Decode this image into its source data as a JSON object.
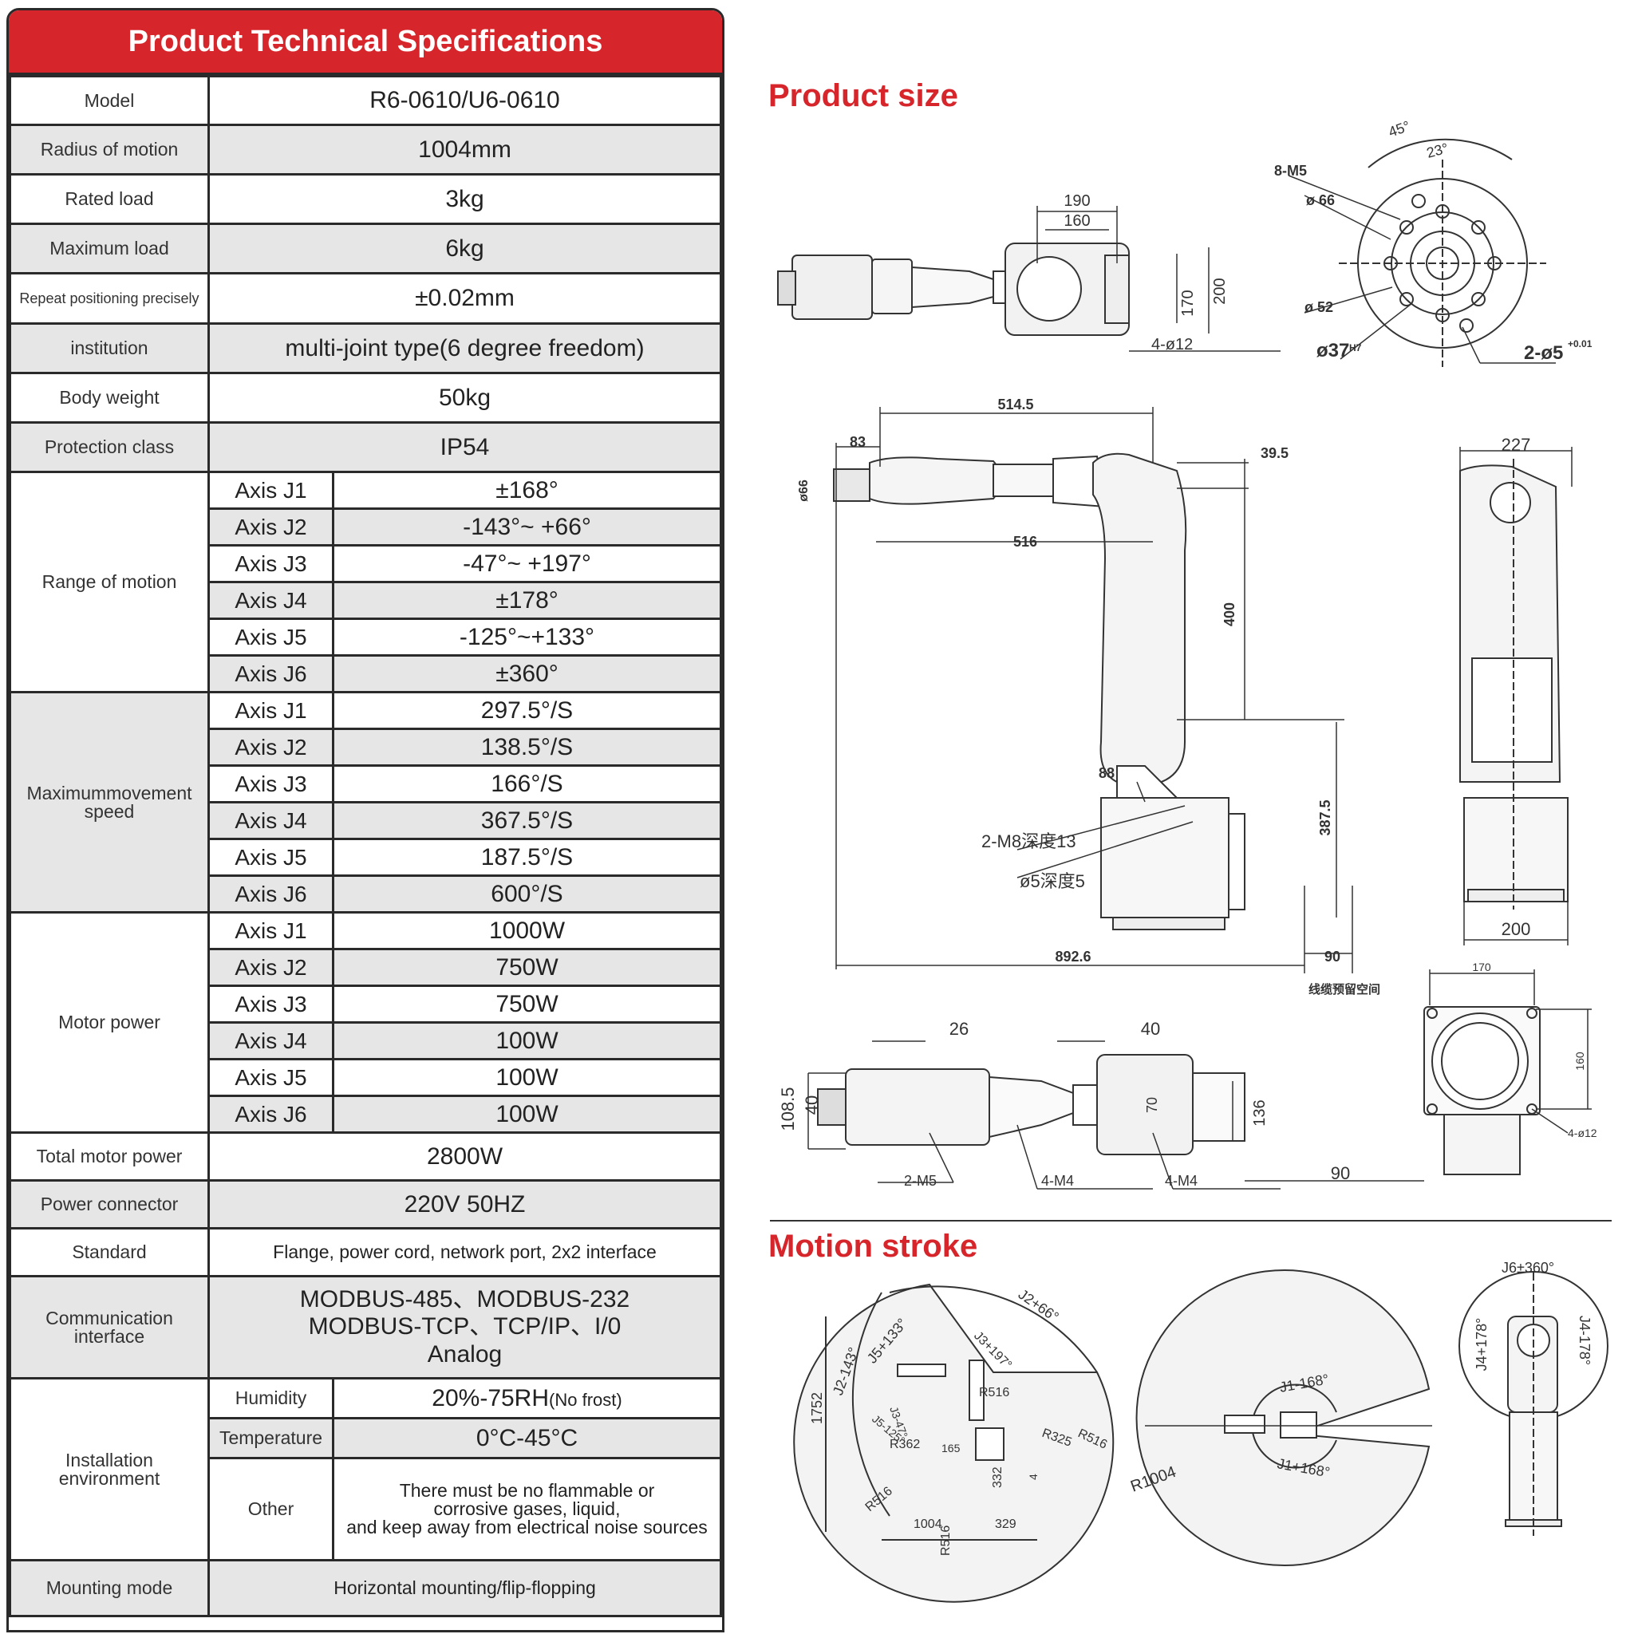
{
  "spec": {
    "title": "Product Technical Specifications",
    "model": {
      "label": "Model",
      "value": "R6-0610/U6-0610"
    },
    "radius": {
      "label": "Radius of motion",
      "value": "1004mm"
    },
    "rated_load": {
      "label": "Rated load",
      "value": "3kg"
    },
    "max_load": {
      "label": "Maximum load",
      "value": "6kg"
    },
    "repeat": {
      "label": "Repeat positioning precisely",
      "value": "±0.02mm"
    },
    "institution": {
      "label": "institution",
      "value": "multi-joint type(6 degree freedom)"
    },
    "weight": {
      "label": "Body weight",
      "value": "50kg"
    },
    "protection": {
      "label": "Protection class",
      "value": "IP54"
    },
    "range": {
      "label": "Range of motion",
      "rows": [
        {
          "axis": "Axis J1",
          "value": "±168°"
        },
        {
          "axis": "Axis J2",
          "value": "-143°~ +66°"
        },
        {
          "axis": "Axis J3",
          "value": "-47°~ +197°"
        },
        {
          "axis": "Axis J4",
          "value": "±178°"
        },
        {
          "axis": "Axis J5",
          "value": "-125°~+133°"
        },
        {
          "axis": "Axis J6",
          "value": "±360°"
        }
      ]
    },
    "speed": {
      "label_1": "Maximummovement",
      "label_2": "speed",
      "rows": [
        {
          "axis": "Axis J1",
          "value": "297.5°/S"
        },
        {
          "axis": "Axis J2",
          "value": "138.5°/S"
        },
        {
          "axis": "Axis J3",
          "value": "166°/S"
        },
        {
          "axis": "Axis J4",
          "value": "367.5°/S"
        },
        {
          "axis": "Axis J5",
          "value": "187.5°/S"
        },
        {
          "axis": "Axis J6",
          "value": "600°/S"
        }
      ]
    },
    "motor": {
      "label": "Motor power",
      "rows": [
        {
          "axis": "Axis J1",
          "value": "1000W"
        },
        {
          "axis": "Axis J2",
          "value": "750W"
        },
        {
          "axis": "Axis J3",
          "value": "750W"
        },
        {
          "axis": "Axis J4",
          "value": "100W"
        },
        {
          "axis": "Axis J5",
          "value": "100W"
        },
        {
          "axis": "Axis J6",
          "value": "100W"
        }
      ]
    },
    "total_power": {
      "label": "Total motor power",
      "value": "2800W"
    },
    "power_connector": {
      "label": "Power connector",
      "value": "220V 50HZ"
    },
    "standard": {
      "label": "Standard",
      "value": "Flange, power cord, network port, 2x2 interface"
    },
    "comm": {
      "label_1": "Communication",
      "label_2": "interface",
      "line_1": "MODBUS-485、MODBUS-232",
      "line_2": "MODBUS-TCP、TCP/IP、I/0",
      "line_3": "Analog"
    },
    "install": {
      "label_1": "Installation",
      "label_2": "environment",
      "humidity": {
        "label": "Humidity",
        "value": "20%-75RH",
        "note": "(No frost)"
      },
      "temperature": {
        "label": "Temperature",
        "value": "0°C-45°C"
      },
      "other": {
        "label": "Other",
        "line_1": "There must be no flammable or",
        "line_2": "corrosive gases, liquid,",
        "line_3": "and keep away from electrical noise sources"
      }
    },
    "mounting": {
      "label": "Mounting mode",
      "value": "Horizontal mounting/flip-flopping"
    }
  },
  "product_size": {
    "title": "Product size",
    "top_view": {
      "d190": "190",
      "d160": "160",
      "d170": "170",
      "d200": "200",
      "holes": "4-ø12"
    },
    "flange": {
      "a45": "45°",
      "a23": "23°",
      "m5": "8-M5",
      "d66": "ø 66",
      "d52": "ø 52",
      "d37": "ø37",
      "d37_tol": "H7",
      "pin": "2-ø5",
      "pin_tol": "+0.01"
    },
    "side_view": {
      "d514": "514.5",
      "d83": "83",
      "d66": "ø66",
      "d39": "39.5",
      "d516": "516",
      "d400": "400",
      "d88": "88",
      "d387": "387.5",
      "m8": "2-M8深度13",
      "d5": "ø5深度5",
      "d892": "892.6",
      "d90": "90",
      "note": "线缆预留空间"
    },
    "front_view": {
      "d227": "227",
      "d200": "200"
    },
    "base_view": {
      "d170": "170",
      "d160": "160",
      "holes": "4-ø12"
    },
    "bottom_view": {
      "d26": "26",
      "d40": "40",
      "d108": "108.5",
      "d40b": "40",
      "d70": "70",
      "d136": "136",
      "m5": "2-M5",
      "m4a": "4-M4",
      "m4b": "4-M4",
      "d90": "90"
    }
  },
  "motion_stroke": {
    "title": "Motion stroke",
    "side": {
      "j2": "J2+66°",
      "j5": "J5+133°",
      "j2n": "J2-143°",
      "j3": "J3+197°",
      "h1752": "1752",
      "r516a": "R516",
      "r516b": "R516",
      "r325": "R325",
      "r362": "R362",
      "r516c": "R516",
      "d1004": "1004",
      "d329": "329",
      "d332": "332",
      "d165": "165",
      "d4": "4",
      "r516d": "R516",
      "j3n": "J3-47°",
      "j5n": "J5-125°"
    },
    "top": {
      "j1a": "J1-168°",
      "j1b": "J1+168°",
      "r1004": "R1004"
    },
    "wrist": {
      "j6": "J6±360°",
      "j4a": "J4+178°",
      "j4b": "J4-178°"
    }
  }
}
